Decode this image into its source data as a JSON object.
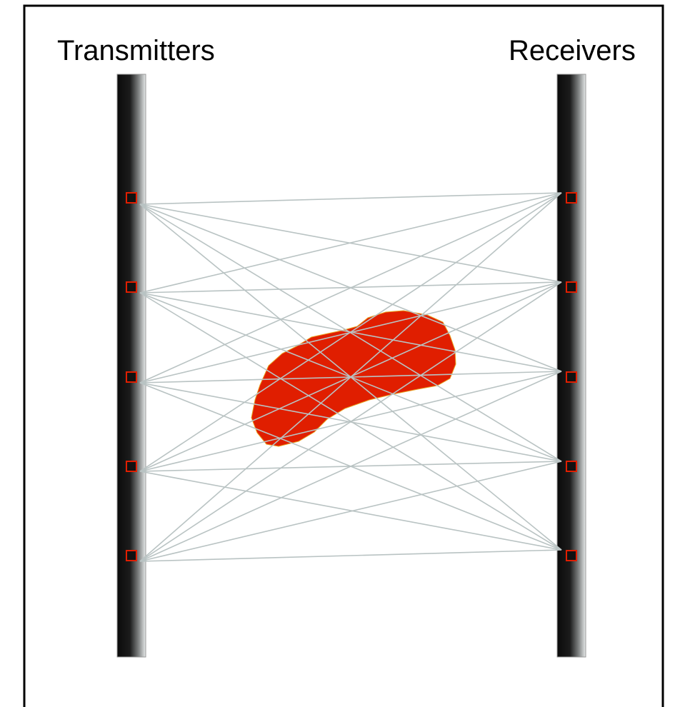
{
  "labels": {
    "left": "Transmitters",
    "right": "Receivers"
  },
  "colors": {
    "frame": "#000000",
    "ray": "#b9c3c3",
    "anomaly": "#e01e00",
    "sensor_fill": "#111111",
    "sensor_stroke": "#e01e00"
  },
  "transmitters": [
    "t1",
    "t2",
    "t3",
    "t4",
    "t5"
  ],
  "receivers": [
    "r1",
    "r2",
    "r3",
    "r4",
    "r5"
  ]
}
